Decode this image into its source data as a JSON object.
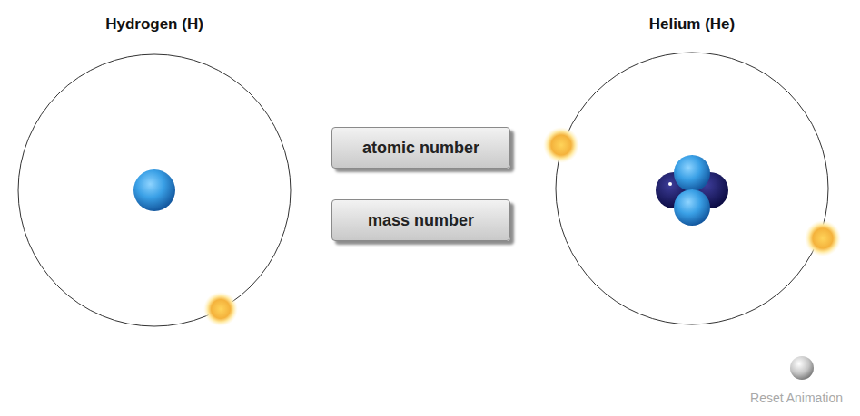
{
  "diagram": {
    "nodes": [
      {
        "text": [
          "atomic number"
        ]
      },
      {
        "text": [
          "mass number"
        ]
      }
    ],
    "labels": [
      "Hydrogen (H)",
      "Helium (He)",
      "Reset Animation"
    ]
  }
}
